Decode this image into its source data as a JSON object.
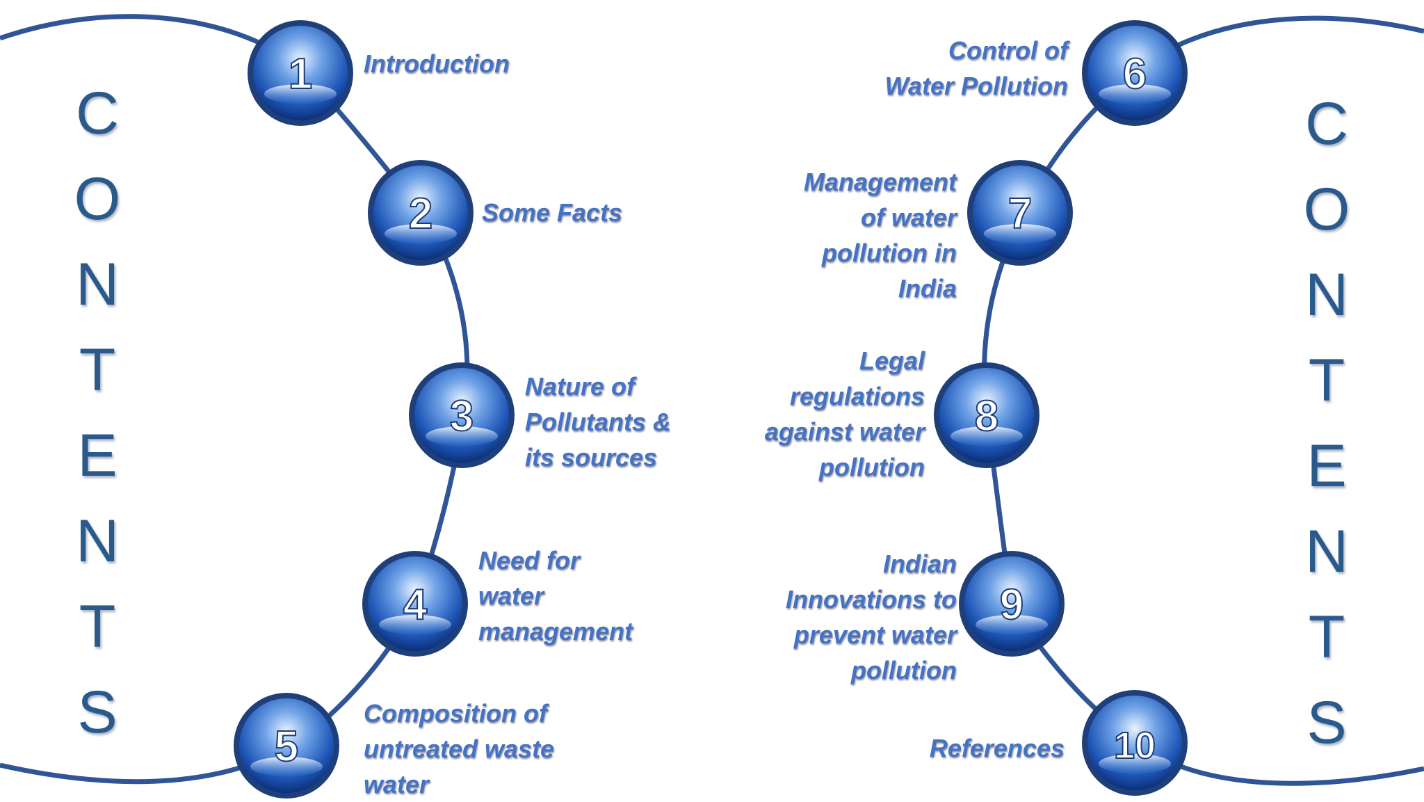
{
  "left_heading": "CONTENTS",
  "right_heading": "CONTENTS",
  "items": [
    {
      "number": "1",
      "label": "Introduction"
    },
    {
      "number": "2",
      "label": "Some Facts"
    },
    {
      "number": "3",
      "label": "Nature of\nPollutants &\nits sources"
    },
    {
      "number": "4",
      "label": "Need for\nwater\nmanagement"
    },
    {
      "number": "5",
      "label": "Composition of\nuntreated waste\nwater"
    },
    {
      "number": "6",
      "label": "Control of\nWater Pollution"
    },
    {
      "number": "7",
      "label": "Management\nof water\npollution in\nIndia"
    },
    {
      "number": "8",
      "label": "Legal\nregulations\nagainst water\npollution"
    },
    {
      "number": "9",
      "label": "Indian\nInnovations to\nprevent water\npollution"
    },
    {
      "number": "10",
      "label": "References"
    }
  ],
  "colors": {
    "arc": "#2f5597",
    "label": "#4472c4",
    "heading": "#2a5a8c",
    "node_light": "#b9d4f5",
    "node_dark": "#0d3a8a"
  }
}
